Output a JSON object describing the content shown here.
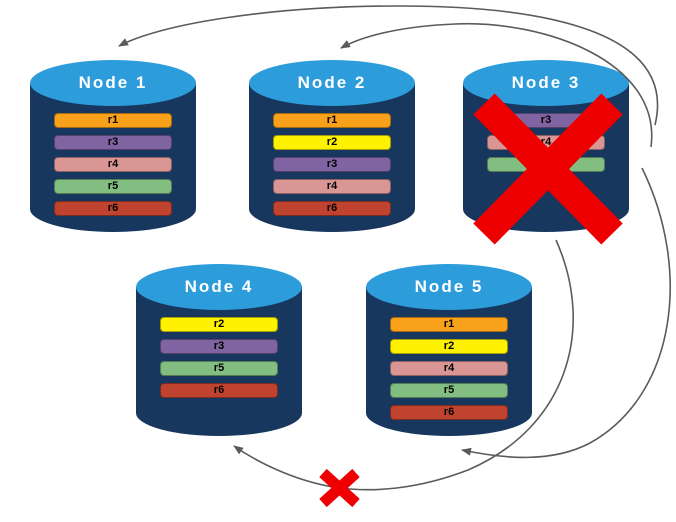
{
  "diagram": {
    "nodes": [
      {
        "title": "Node 1",
        "records": [
          "r1",
          "r3",
          "r4",
          "r5",
          "r6"
        ]
      },
      {
        "title": "Node 2",
        "records": [
          "r1",
          "r2",
          "r3",
          "r4",
          "r6"
        ]
      },
      {
        "title": "Node 3",
        "records": [
          "r3",
          "r4",
          "r5"
        ],
        "failed": true
      },
      {
        "title": "Node 4",
        "records": [
          "r2",
          "r3",
          "r5",
          "r6"
        ]
      },
      {
        "title": "Node 5",
        "records": [
          "r1",
          "r2",
          "r4",
          "r5",
          "r6"
        ]
      }
    ],
    "record_colors": {
      "r1": "#F9A11B",
      "r2": "#FFF200",
      "r3": "#8064A2",
      "r4": "#D99694",
      "r5": "#82BE82",
      "r6": "#C0432F"
    },
    "arrows": [
      {
        "from": "Node 3",
        "to": "Node 1"
      },
      {
        "from": "Node 3",
        "to": "Node 2"
      },
      {
        "from": "Node 3",
        "to": "Node 5"
      },
      {
        "from": "Node 5",
        "to": "Node 4",
        "status": "failed"
      }
    ],
    "failed_node": "Node 3",
    "theme": {
      "cylinder_body": "#17375E",
      "cylinder_top": "#2D9CDB",
      "title_text": "#FFFFFF",
      "record_text": "#000000",
      "arrow": "#5B5B5B",
      "failure_x": "#EE0000"
    }
  }
}
